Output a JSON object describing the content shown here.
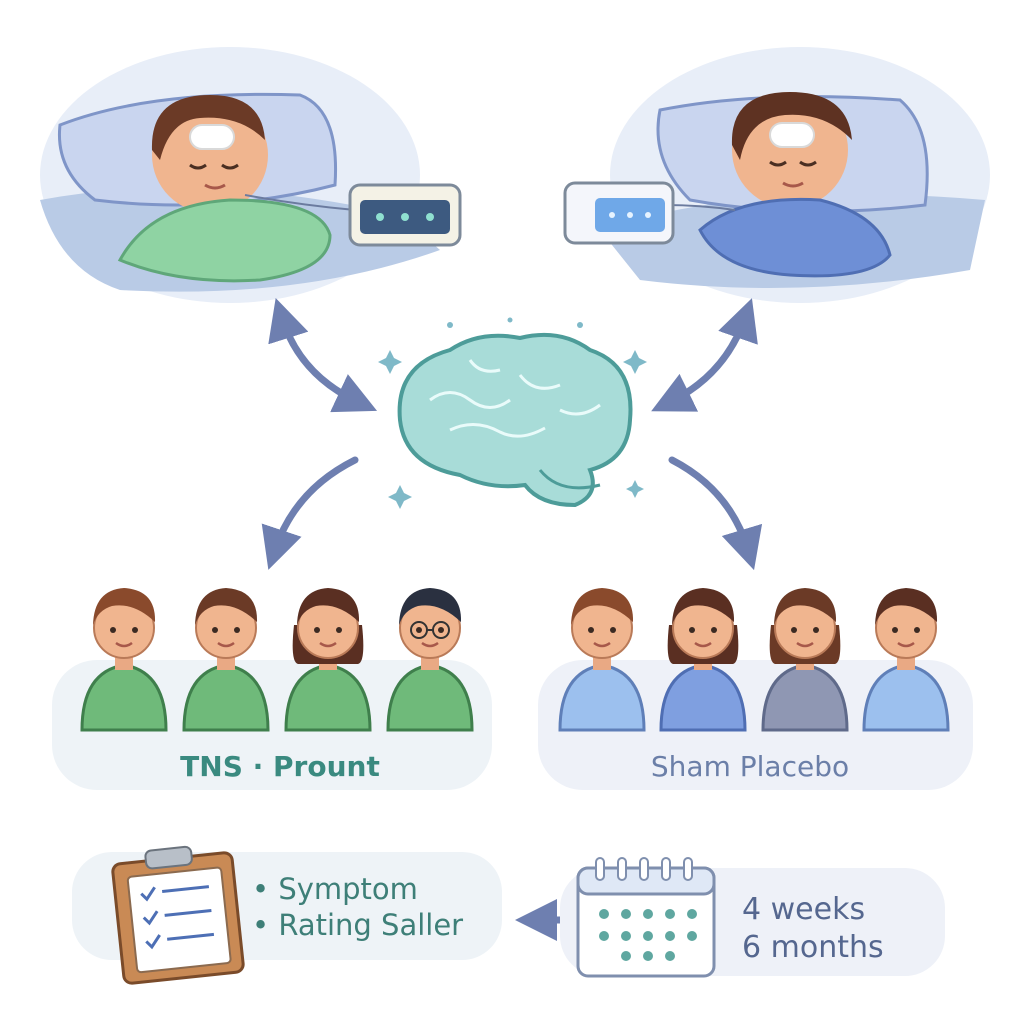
{
  "groups": {
    "tns_label": "TNS · Prount",
    "sham_label": "Sham Placebo"
  },
  "outcomes": {
    "line1": "• Symptom",
    "line2": "• Rating Saller"
  },
  "timepoints": {
    "line1": "4 weeks",
    "line2": "6 months"
  },
  "colors": {
    "tns_green": "#6fba7a",
    "sham_blue": "#8fb4e6",
    "brain_teal": "#a8dcd8",
    "arrow": "#6e7fb0",
    "text_teal": "#3a8a80",
    "text_slate": "#55678f"
  },
  "icons": {
    "brain": "brain-icon",
    "device": "stimulator-device-icon",
    "clipboard": "checklist-clipboard-icon",
    "calendar": "calendar-icon"
  }
}
